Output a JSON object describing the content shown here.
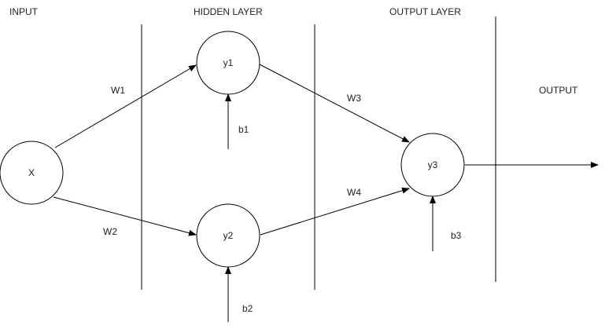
{
  "sections": {
    "input": "INPUT",
    "hidden": "HIDDEN LAYER",
    "output_layer": "OUTPUT LAYER",
    "output": "OUTPUT"
  },
  "nodes": {
    "x": "X",
    "y1": "y1",
    "y2": "y2",
    "y3": "y3"
  },
  "weights": {
    "w1": "W1",
    "w2": "W2",
    "w3": "W3",
    "w4": "W4"
  },
  "biases": {
    "b1": "b1",
    "b2": "b2",
    "b3": "b3"
  },
  "colors": {
    "stroke": "#000000",
    "text": "#222222",
    "background": "#ffffff"
  }
}
